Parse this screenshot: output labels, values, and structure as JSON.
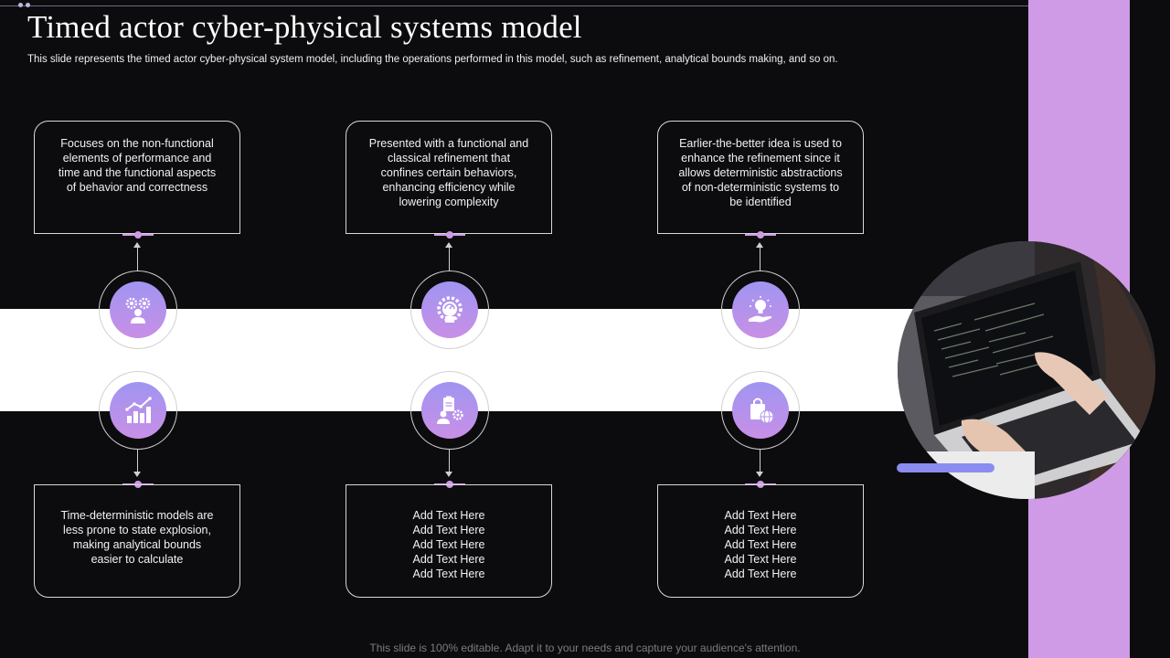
{
  "slide": {
    "title": "Timed actor cyber-physical systems model",
    "subtitle": "This slide represents the timed actor cyber-physical system model, including the operations performed in this model, such as refinement, analytical bounds making, and so on.",
    "footer": "This slide is 100% editable. Adapt it to your needs and capture your audience's attention."
  },
  "top_boxes": [
    {
      "lines": [
        "Focuses on the non-functional",
        "elements of performance  and",
        "time and the functional  aspects",
        "of behavior  and correctness"
      ]
    },
    {
      "lines": [
        "Presented with a functional  and",
        "classical refinement  that",
        "confines certain behaviors,",
        "enhancing efficiency while",
        "lowering complexity"
      ]
    },
    {
      "lines": [
        "Earlier-the-better  idea is used to",
        "enhance the refinement  since it",
        "allows deterministic abstractions",
        "of non-deterministic systems to",
        "be identified"
      ]
    }
  ],
  "bottom_boxes": [
    {
      "lines": [
        "Time-deterministic models are",
        "less prone  to state explosion,",
        "making analytical bounds",
        "easier to calculate"
      ]
    },
    {
      "lines": [
        "Add Text Here",
        "Add Text Here",
        "Add Text Here",
        "Add Text Here",
        "Add Text Here"
      ]
    },
    {
      "lines": [
        "Add Text Here",
        "Add Text Here",
        "Add Text Here",
        "Add Text Here",
        "Add Text Here"
      ]
    }
  ],
  "icons": {
    "top": [
      "person-gears-icon",
      "gear-speedometer-icon",
      "lightbulb-hand-icon"
    ],
    "bottom": [
      "bar-chart-growth-icon",
      "person-clipboard-gear-icon",
      "shopping-bag-globe-icon"
    ]
  },
  "colors": {
    "background": "#0c0b0d",
    "accent_purple": "#cf9be6",
    "accent_blue": "#8a8cf0"
  }
}
